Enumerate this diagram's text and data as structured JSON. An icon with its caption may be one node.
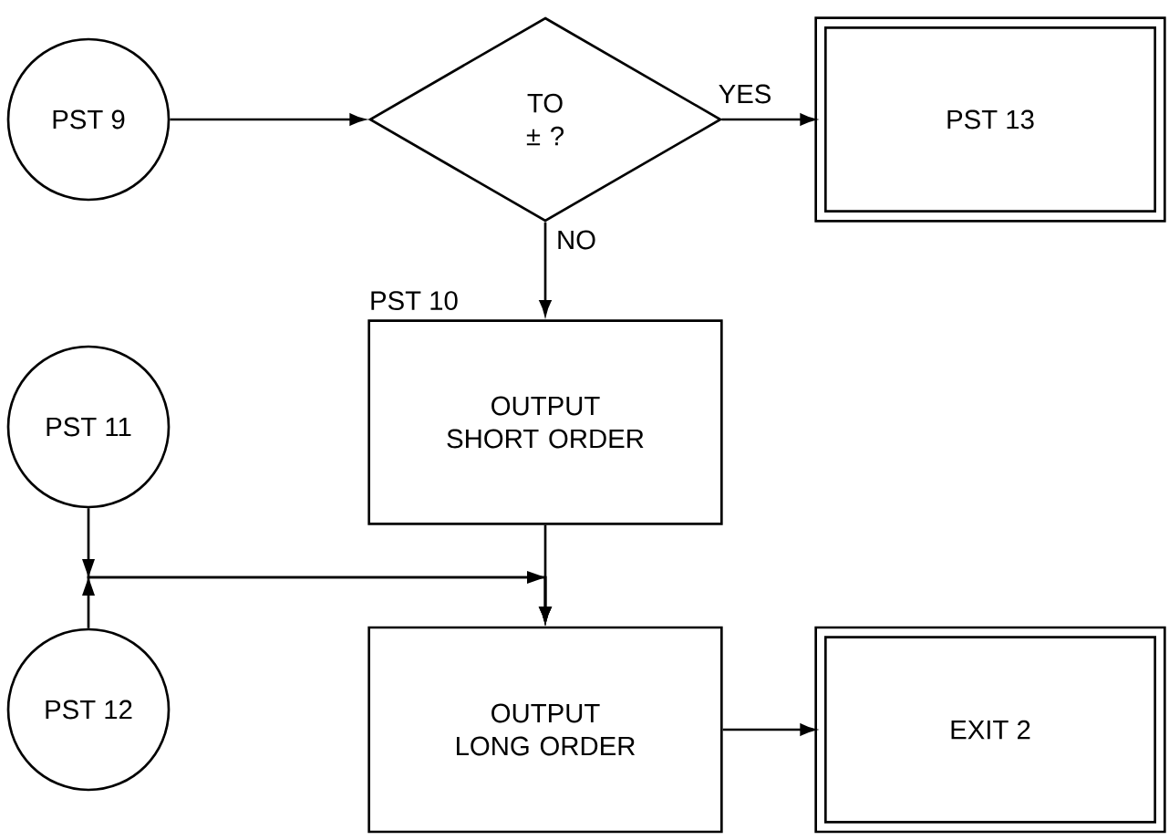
{
  "diagram": {
    "nodes": [
      {
        "text": [
          "PST 9"
        ]
      },
      {
        "text": [
          "TO ± ?"
        ]
      },
      {
        "text": [
          "PST 13"
        ]
      },
      {
        "text": [
          "PST 10",
          "OUTPUT SHORT ORDER"
        ]
      },
      {
        "text": [
          "PST 11"
        ]
      },
      {
        "text": [
          "PST 12"
        ]
      },
      {
        "text": [
          "OUTPUT LONG ORDER"
        ]
      },
      {
        "text": [
          "EXIT 2"
        ]
      }
    ],
    "edges": [
      {
        "from": 0,
        "to": 1,
        "arrow": "to"
      },
      {
        "from": 1,
        "to": 2,
        "arrow": "to",
        "label": "YES"
      },
      {
        "from": 1,
        "to": 3,
        "arrow": "to",
        "label": "NO"
      },
      {
        "from": 3,
        "to": 6,
        "arrow": "to"
      },
      {
        "from": 4,
        "to": 6,
        "arrow": "to"
      },
      {
        "from": 5,
        "to": 6,
        "arrow": "to"
      },
      {
        "from": 6,
        "to": 7,
        "arrow": "to"
      }
    ]
  }
}
